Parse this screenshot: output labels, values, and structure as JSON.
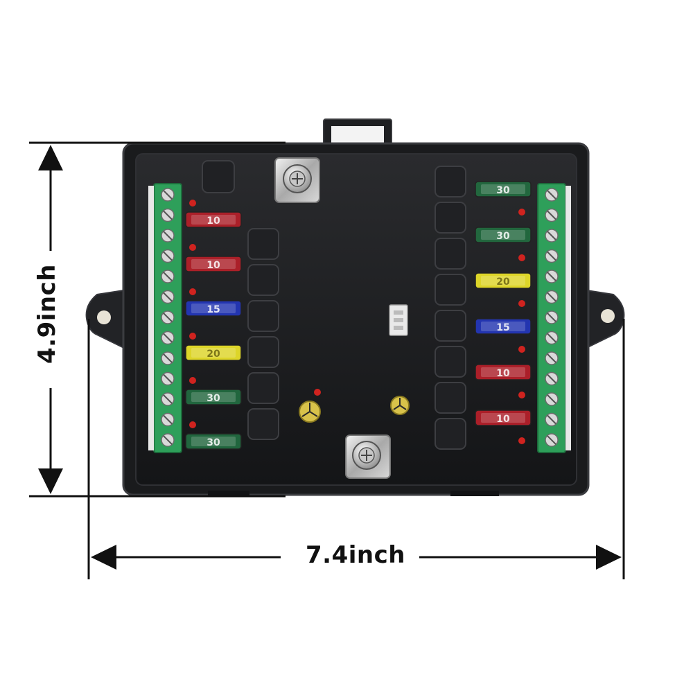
{
  "product": {
    "title": "12-way fuse relay box",
    "case_color": "#1c1d1f",
    "terminal_color": "#2e9f5a"
  },
  "dimensions": {
    "height_label": "4.9inch",
    "width_label": "7.4inch"
  },
  "fuses_left": [
    {
      "rating": "10",
      "color": "#b3202a"
    },
    {
      "rating": "10",
      "color": "#b3202a"
    },
    {
      "rating": "15",
      "color": "#2437b8"
    },
    {
      "rating": "20",
      "color": "#e8df2a"
    },
    {
      "rating": "30",
      "color": "#226b40"
    },
    {
      "rating": "30",
      "color": "#226b40"
    }
  ],
  "fuses_right": [
    {
      "rating": "30",
      "color": "#226b40"
    },
    {
      "rating": "30",
      "color": "#226b40"
    },
    {
      "rating": "20",
      "color": "#e8df2a"
    },
    {
      "rating": "15",
      "color": "#2437b8"
    },
    {
      "rating": "10",
      "color": "#b3202a"
    },
    {
      "rating": "10",
      "color": "#b3202a"
    }
  ]
}
